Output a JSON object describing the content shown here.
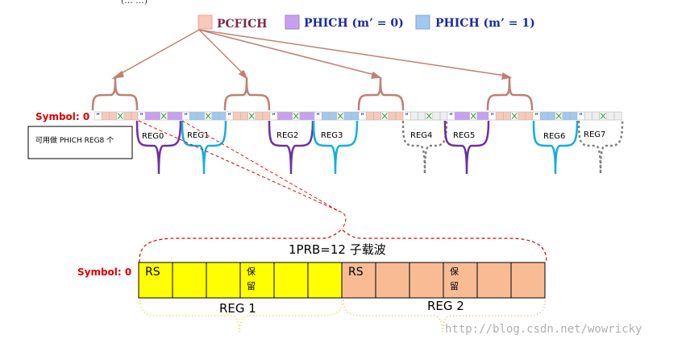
{
  "top_fragment": "(... ...)",
  "legend": [
    {
      "label": "PCFICH",
      "color": "#f8c8b8",
      "text_color": "#7a2a4a"
    },
    {
      "label": "PHICH (m’ = 0)",
      "color": "#c8a0f0",
      "text_color": "#1a2aa0"
    },
    {
      "label": "PHICH (m’ = 1)",
      "color": "#a0c8f0",
      "text_color": "#1a2aa0"
    }
  ],
  "symbol_label": "Symbol: 0",
  "note_box": "可用做 PHICH REG8 个",
  "top_regs": [
    "REG0",
    "REG1",
    "REG2",
    "REG3",
    "REG4",
    "REG5",
    "REG6",
    "REG7"
  ],
  "detail": {
    "prb_label": "1PRB=12 子载波",
    "symbol_label": "Symbol: 0",
    "reg1_cells": [
      "RS",
      "",
      "",
      "保\n留",
      "",
      ""
    ],
    "reg2_cells": [
      "RS",
      "",
      "",
      "保\n留",
      "",
      ""
    ],
    "reg1_label": "REG 1",
    "reg2_label": "REG 2",
    "reg1_color": "#ffff00",
    "reg2_color": "#f8bb94"
  },
  "watermark": "http://blog.csdn.net/wowricky",
  "colors": {
    "pcfich": "#f8c8b8",
    "phich0": "#c8a0f0",
    "phich1": "#a0c8f0",
    "empty": "#efefef",
    "brace_pcfich": "#c08070",
    "brace_purple": "#7030a0",
    "brace_cyan": "#10b0e0",
    "brace_gray": "#808080",
    "red": "#e00000",
    "yellow_dots": "#f0e040",
    "orange_dots": "#f0c090"
  }
}
